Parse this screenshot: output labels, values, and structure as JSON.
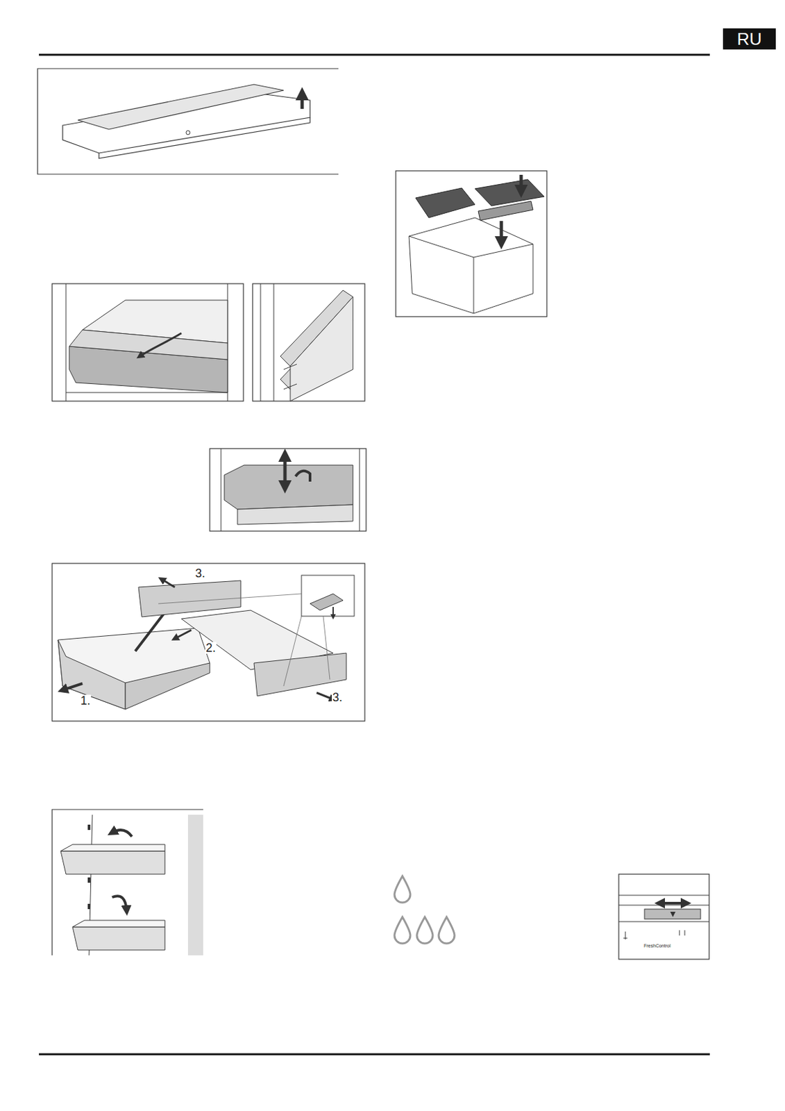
{
  "diagram": {
    "nodes": [
      {
        "text": [
          "RU"
        ]
      }
    ],
    "labels": [
      "3.",
      "2.",
      "1.",
      "3.",
      "FreshControl"
    ]
  }
}
